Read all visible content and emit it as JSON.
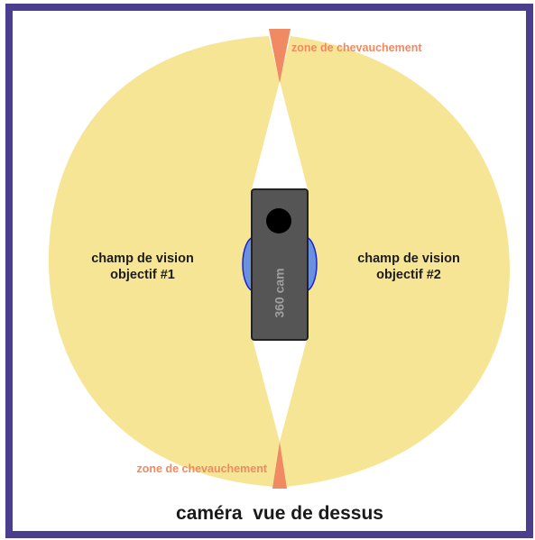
{
  "colors": {
    "frame": "#4b3e8f",
    "field_of_view": "#f7e596",
    "overlap": "#ef8a62",
    "lens": "#6a90e0",
    "lens_stroke": "#1a24c8",
    "camera_body": "#555555",
    "camera_lens": "#000000"
  },
  "labels": {
    "fov_left_line1": "champ de vision",
    "fov_left_line2": "objectif #1",
    "fov_right_line1": "champ de vision",
    "fov_right_line2": "objectif #2",
    "overlap_top": "zone de chevauchement",
    "overlap_bottom": "zone de chevauchement",
    "camera": "360 cam",
    "caption": "caméra  vue de dessus"
  }
}
